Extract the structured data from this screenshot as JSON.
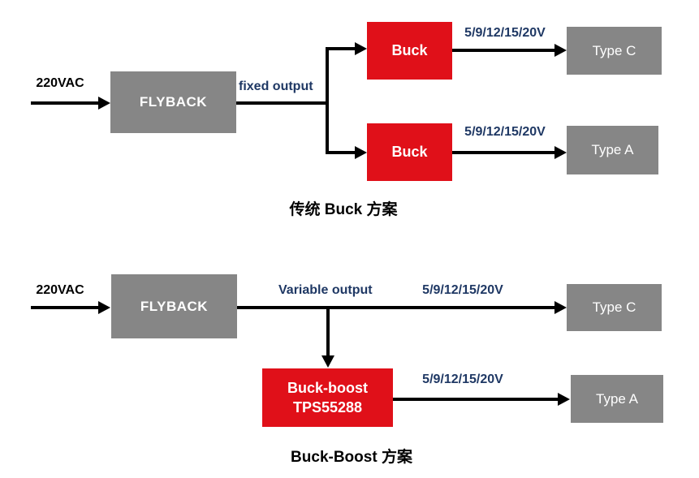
{
  "top_diagram": {
    "input_label": "220VAC",
    "converter_label": "FLYBACK",
    "output_label": "fixed output",
    "buck_top": {
      "label": "Buck",
      "voltage": "5/9/12/15/20V",
      "sink": "Type C"
    },
    "buck_bottom": {
      "label": "Buck",
      "voltage": "5/9/12/15/20V",
      "sink": "Type A"
    },
    "caption": "传统 Buck 方案"
  },
  "bottom_diagram": {
    "input_label": "220VAC",
    "converter_label": "FLYBACK",
    "output_label": "Variable output",
    "direct_path": {
      "voltage": "5/9/12/15/20V",
      "sink": "Type C"
    },
    "buckboost_path": {
      "label_line1": "Buck-boost",
      "label_line2": "TPS55288",
      "voltage": "5/9/12/15/20V",
      "sink": "Type A"
    },
    "caption": "Buck-Boost 方案"
  },
  "colors": {
    "box_red": "#e01019",
    "box_gray": "#868686",
    "label_navy": "#1f3864",
    "line_black": "#000000",
    "background": "#ffffff"
  }
}
